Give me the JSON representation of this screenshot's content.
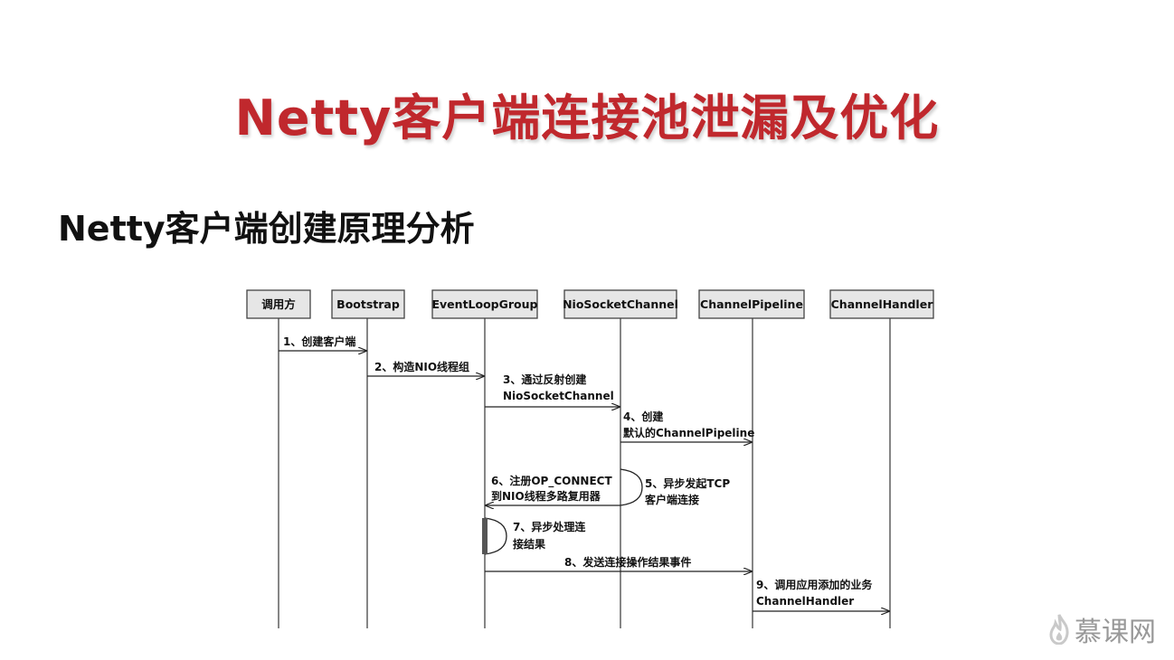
{
  "slide": {
    "title": "Netty客户端连接池泄漏及优化",
    "subtitle": "Netty客户端创建原理分析",
    "title_color": "#c0282d"
  },
  "diagram": {
    "participants": [
      "调用方",
      "Bootstrap",
      "EventLoopGroup",
      "NioSocketChannel",
      "ChannelPipeline",
      "ChannelHandler"
    ],
    "messages": [
      {
        "lines": [
          "1、创建客户端"
        ]
      },
      {
        "lines": [
          "2、构造NIO线程组"
        ]
      },
      {
        "lines": [
          "3、通过反射创建",
          "NioSocketChannel"
        ]
      },
      {
        "lines": [
          "4、创建",
          "默认的ChannelPipeline"
        ]
      },
      {
        "lines": [
          "5、异步发起TCP",
          "客户端连接"
        ]
      },
      {
        "lines": [
          "6、注册OP_CONNECT",
          "到NIO线程多路复用器"
        ]
      },
      {
        "lines": [
          "7、异步处理连",
          "接结果"
        ]
      },
      {
        "lines": [
          "8、发送连接操作结果事件"
        ]
      },
      {
        "lines": [
          "9、调用应用添加的业务",
          "ChannelHandler"
        ]
      }
    ]
  },
  "brand": {
    "name": "慕课网",
    "logo_icon": "flame-icon"
  }
}
